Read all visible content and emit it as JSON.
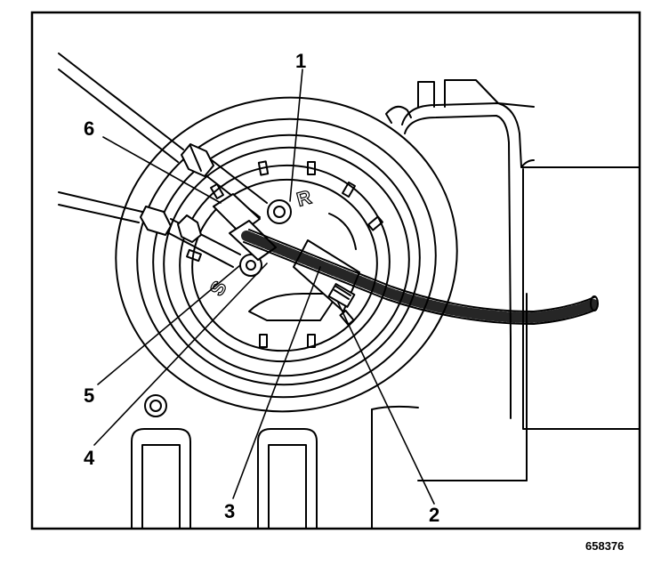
{
  "callouts": [
    "1",
    "2",
    "3",
    "4",
    "5",
    "6"
  ],
  "ring_letters": {
    "r": "R",
    "s": "S"
  },
  "figure_id": "658376"
}
